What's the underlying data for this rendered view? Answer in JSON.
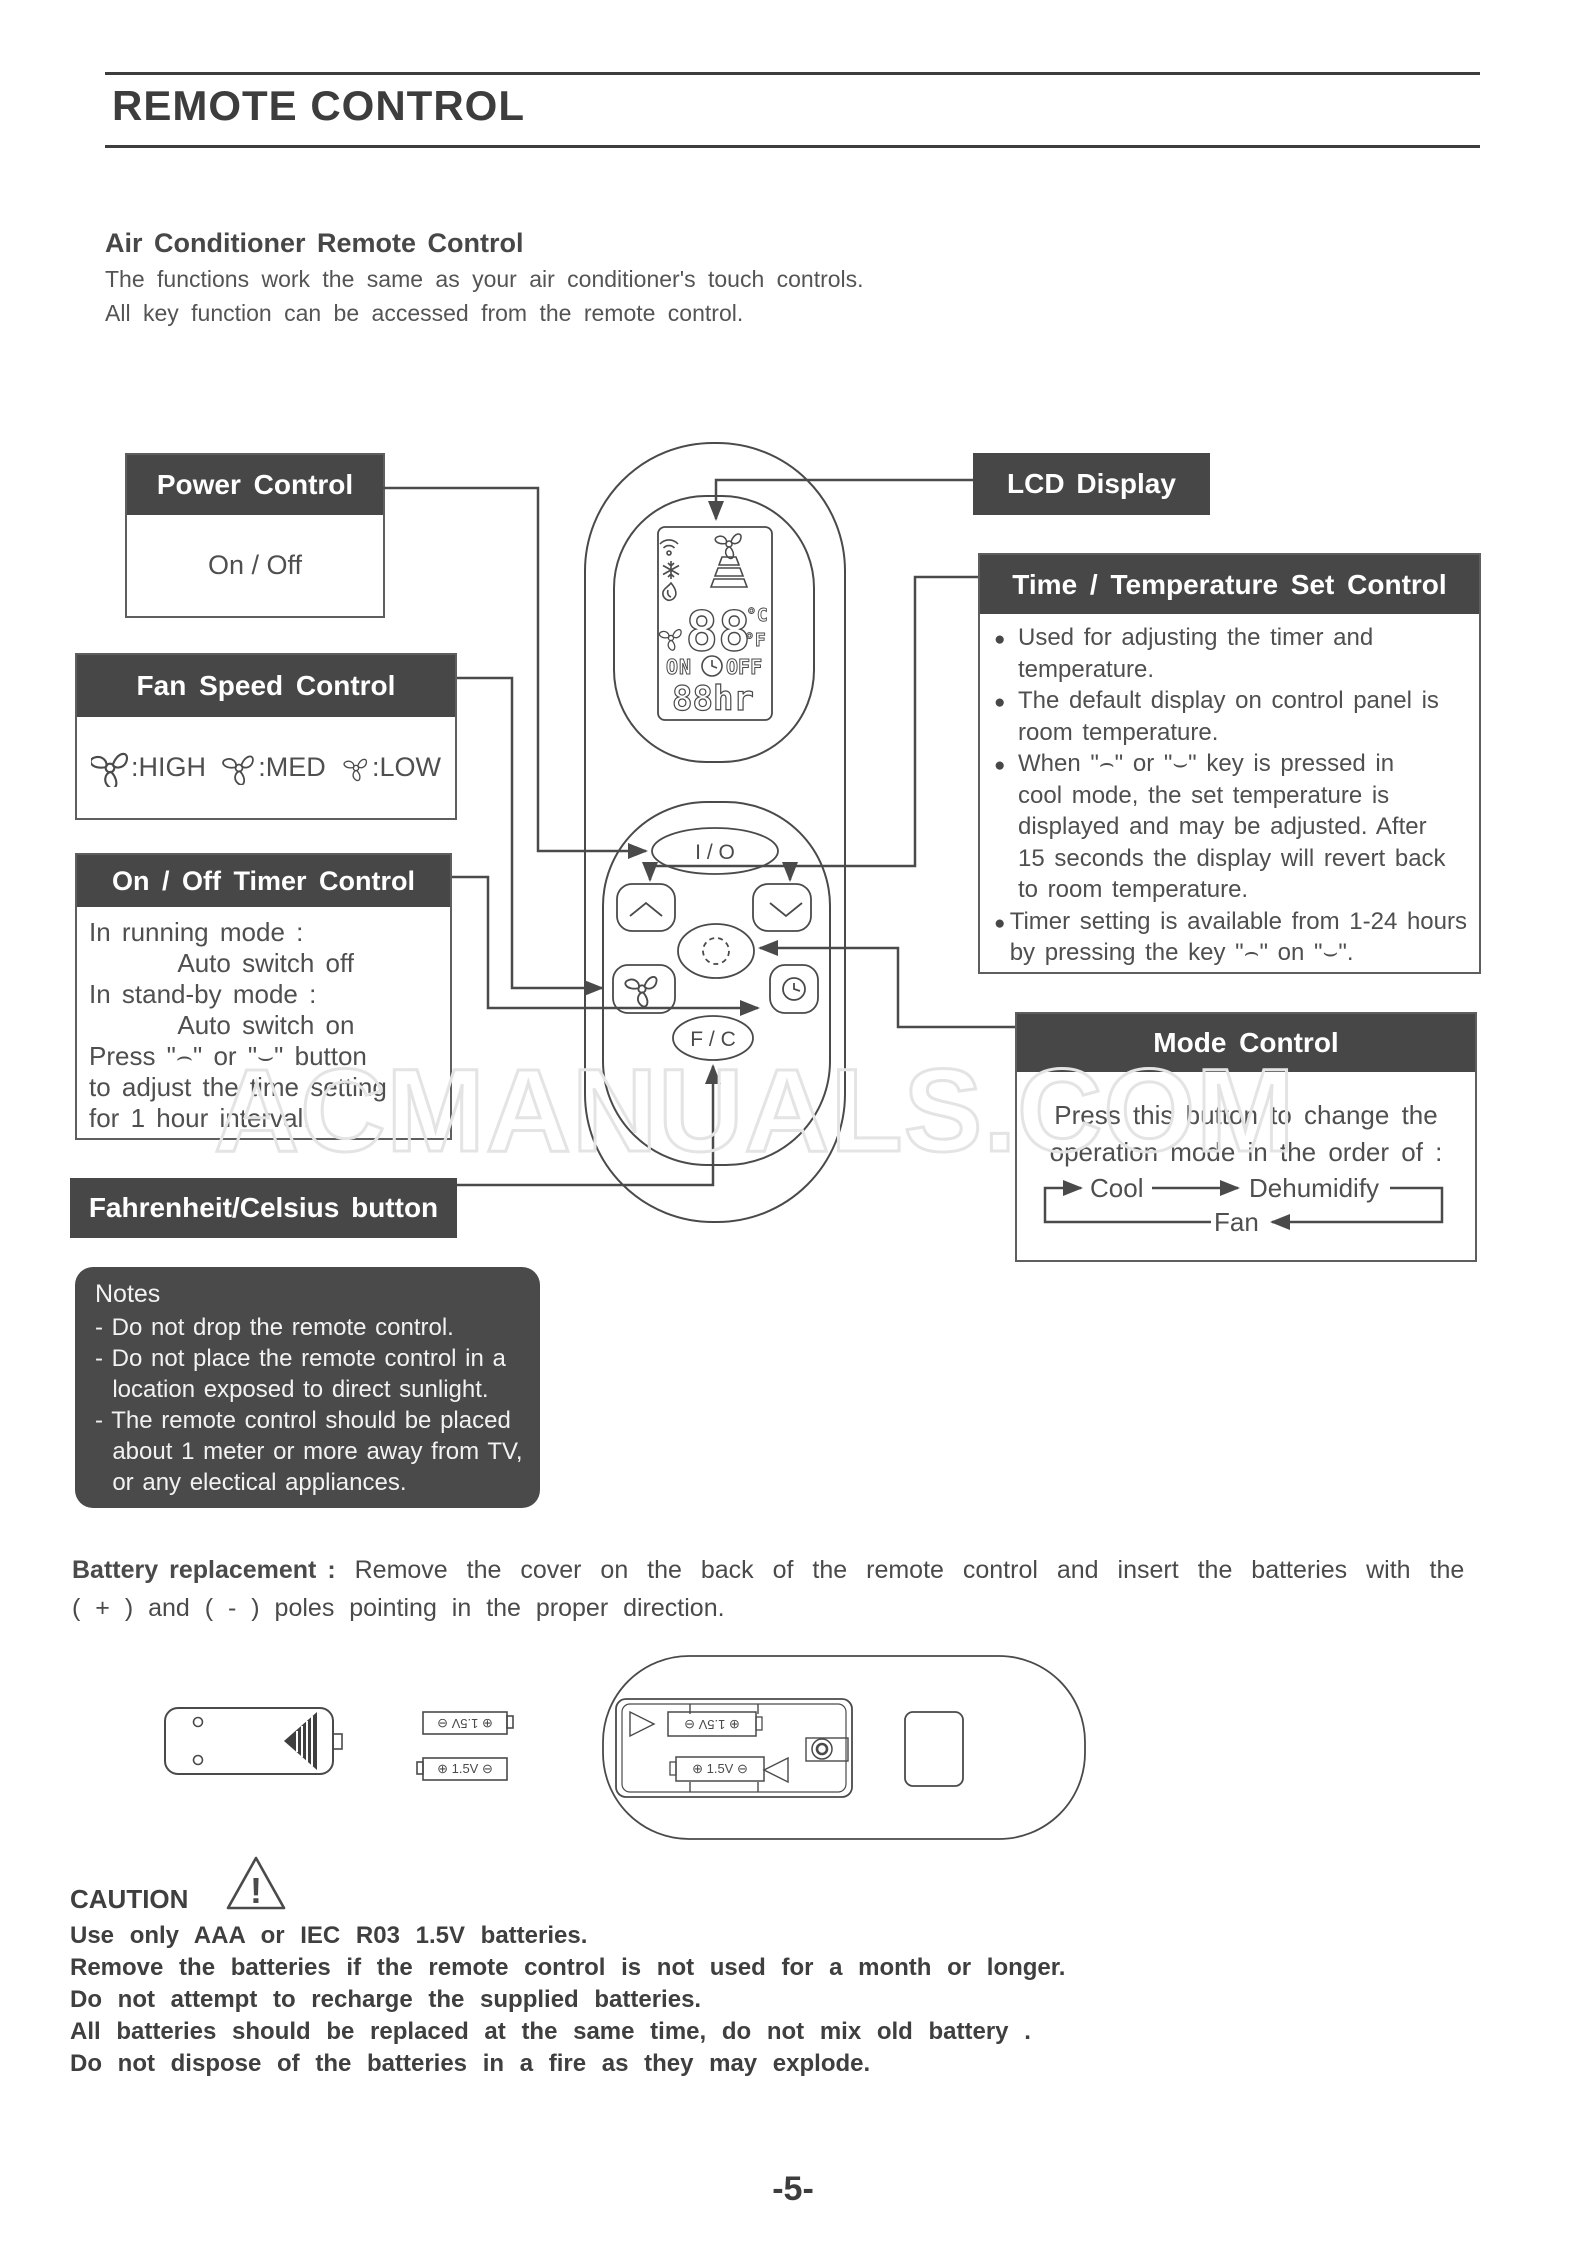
{
  "page": {
    "title": "REMOTE CONTROL",
    "number": "-5-",
    "watermark": "ACMANUALS.COM"
  },
  "intro": {
    "heading": "Air Conditioner Remote Control",
    "line1": "The functions work the same as your air conditioner's touch controls.",
    "line2": "All key function can be accessed from the remote control."
  },
  "callouts": {
    "power": {
      "title": "Power Control",
      "body": "On / Off"
    },
    "lcd_display": {
      "title": "LCD Display"
    },
    "fan_speed": {
      "title": "Fan Speed Control",
      "high": ":HIGH",
      "med": ":MED",
      "low": ":LOW"
    },
    "on_off_timer": {
      "title": "On / Off Timer Control",
      "lines": [
        "In running mode :",
        "        Auto switch off",
        "In stand-by mode :",
        "        Auto switch on",
        "Press \"⌢\" or \"⌣\" button",
        "to adjust the time setting",
        "for 1 hour interval."
      ]
    },
    "time_temp": {
      "title": "Time / Temperature Set Control",
      "bullet_char": "●",
      "bullets": [
        {
          "lines": [
            "Used for adjusting the timer and",
            "temperature."
          ]
        },
        {
          "lines": [
            "The default display on control panel is",
            "room temperature."
          ]
        },
        {
          "lines": [
            "When \"⌢\" or \"⌣\" key is pressed in",
            "cool mode, the set temperature is",
            "displayed and may be adjusted. After",
            "15 seconds the display will revert back",
            "to room temperature."
          ]
        },
        {
          "lines": [
            "Timer setting is available from 1-24 hours",
            "by pressing the key \"⌢\" on \"⌣\"."
          ]
        }
      ]
    },
    "mode": {
      "title": "Mode Control",
      "line1": "Press this button to change the",
      "line2": "operation mode in the order of :",
      "cycle": [
        "Cool",
        "Dehumidify",
        "Fan"
      ]
    },
    "fahrenheit": {
      "title": "Fahrenheit/Celsius button"
    }
  },
  "notes": {
    "title": "Notes",
    "lines": [
      "- Do not drop the remote control.",
      "- Do not place the remote control in a",
      "  location exposed to direct sunlight.",
      "- The remote control should be placed",
      "  about 1 meter or more away from TV,",
      "  or any electical appliances."
    ]
  },
  "remote": {
    "power_button": "I / O",
    "fc_button": "F / C",
    "lcd": {
      "temp": "88",
      "celsius": "°C",
      "fahrenheit": "°F",
      "on": "ON",
      "off": "OFF",
      "timer_hours": "88hr"
    }
  },
  "battery_section": {
    "heading": "Battery replacement :",
    "line1": "Remove  the  cover  on  the  back  of  the  remote  control  and  insert  the  batteries  with  the",
    "line2": "( + ) and  ( - ) poles  pointing  in  the  proper  direction.",
    "battery_label": "⊕   1.5V ⊖"
  },
  "caution": {
    "title": "CAUTION",
    "exclamation": "!",
    "lines": [
      "Use only AAA or IEC R03 1.5V batteries.",
      "Remove the batteries if the remote control is not used for a month or longer.",
      "Do not attempt to recharge the supplied batteries.",
      "All batteries should be replaced at the same time, do not mix old battery .",
      "Do not dispose of the batteries in a fire as they may explode."
    ]
  },
  "colors": {
    "header_bg": "#474747",
    "line": "#4a4a4a",
    "watermark": "#e4e4e4"
  }
}
